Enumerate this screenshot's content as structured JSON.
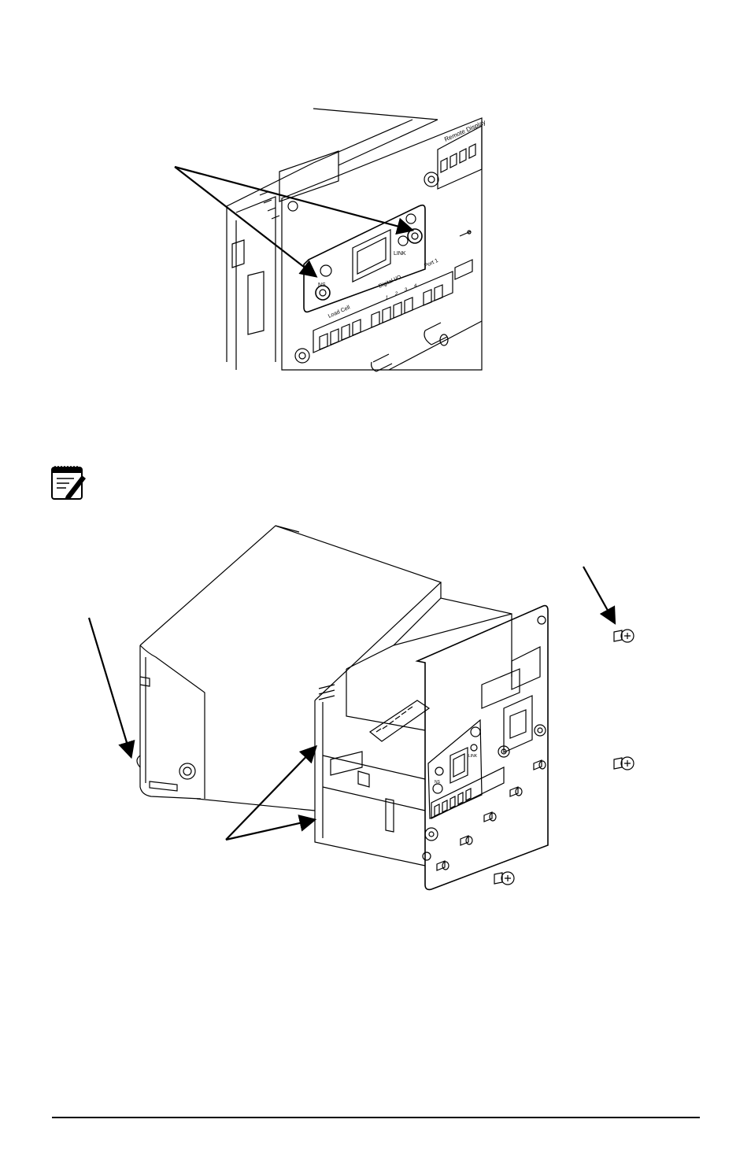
{
  "figure1": {
    "labels": {
      "ns": "NS",
      "link": "LINK",
      "digital_io": "Digital I/O",
      "port1": "Port 1",
      "remote_display": "Remote Display",
      "load_cell": "Load Cell",
      "io_numbers": [
        "1",
        "2",
        "3",
        "4"
      ]
    }
  },
  "note": {
    "icon": "note-pad-pencil-icon"
  },
  "figure2": {
    "labels": {
      "ns": "NS",
      "link": "LINK"
    }
  }
}
